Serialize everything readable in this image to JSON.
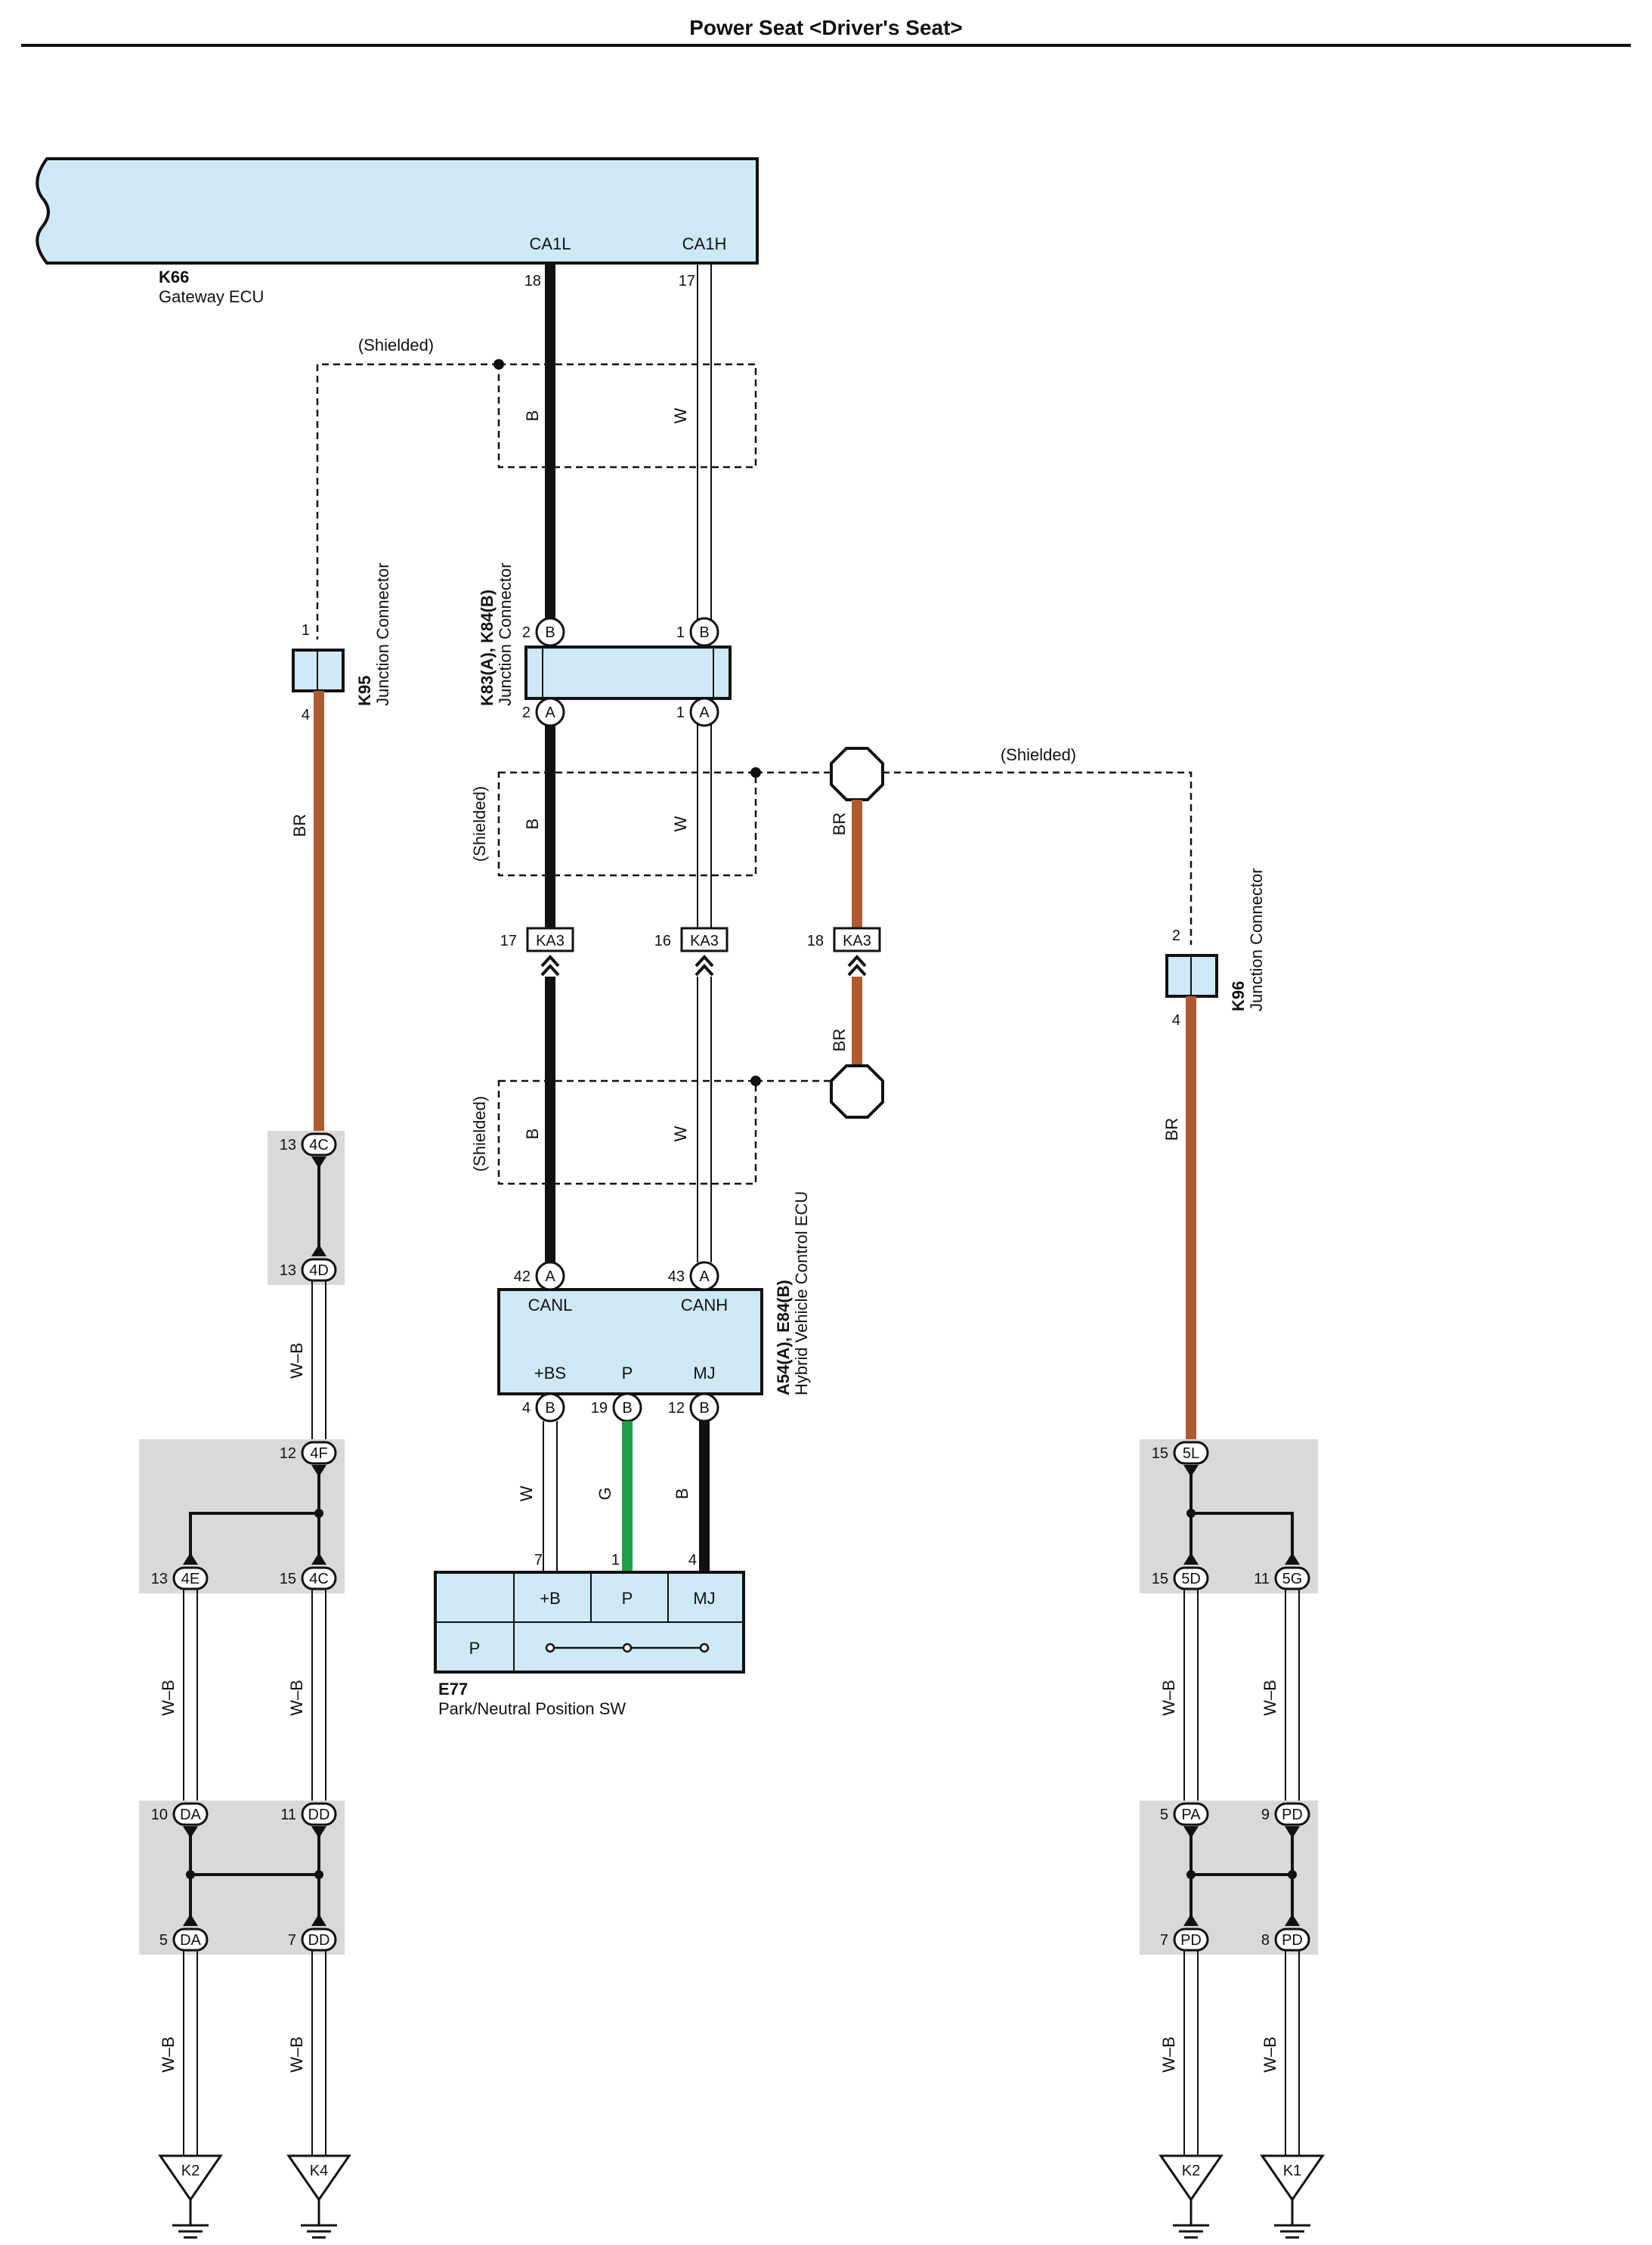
{
  "title": "Power Seat <Driver's Seat>",
  "colors": {
    "box_fill": "#cde9f5",
    "splice_fill": "#d9d9d9",
    "BR": "#b05a2f",
    "B": "#111111",
    "W": "#ffffff",
    "G": "#1f9e49"
  },
  "components": {
    "gateway": {
      "id": "K66",
      "name": "Gateway ECU",
      "pin_ca1l": "CA1L",
      "pin_ca1h": "CA1H",
      "num_ca1l": "18",
      "num_ca1h": "17"
    },
    "k95": {
      "id": "K95",
      "name": "Junction Connector",
      "pin_top": "1",
      "pin_bot": "4"
    },
    "k83": {
      "id": "K83(A), K84(B)",
      "name": "Junction Connector",
      "letter_b": "B",
      "letter_a": "A",
      "pin_l_top": "2",
      "pin_r_top": "1",
      "pin_l_bot": "2",
      "pin_r_bot": "1"
    },
    "k96": {
      "id": "K96",
      "name": "Junction Connector",
      "pin_top": "2",
      "pin_bot": "4"
    },
    "hvecu": {
      "id": "A54(A), E84(B)",
      "name": "Hybrid Vehicle Control ECU",
      "canl": "CANL",
      "canh": "CANH",
      "bs": "+BS",
      "p": "P",
      "mj": "MJ",
      "pin_canl": "42",
      "pin_canh": "43",
      "pin_bs": "4",
      "pin_p": "19",
      "pin_mj": "12",
      "letter_a": "A",
      "letter_b": "B"
    },
    "e77": {
      "id": "E77",
      "name": "Park/Neutral Position SW",
      "b": "+B",
      "p": "P",
      "mj": "MJ",
      "row": "P",
      "pin_b": "7",
      "pin_p": "1",
      "pin_mj": "4"
    }
  },
  "shield_label": "(Shielded)",
  "wire_colors": {
    "B": "B",
    "W": "W",
    "BR": "BR",
    "G": "G",
    "WB": "W–B"
  },
  "ka3": {
    "label": "KA3",
    "pins": [
      "17",
      "16",
      "18"
    ]
  },
  "splices": {
    "s4c": {
      "label": "4C",
      "pin": "13"
    },
    "s4d": {
      "label": "4D",
      "pin": "13"
    },
    "s4f": {
      "label": "4F",
      "pin": "12"
    },
    "s4e": {
      "label": "4E",
      "pin": "13"
    },
    "s4c2": {
      "label": "4C",
      "pin": "15"
    },
    "sda1": {
      "label": "DA",
      "pin": "10"
    },
    "sdd1": {
      "label": "DD",
      "pin": "11"
    },
    "sda2": {
      "label": "DA",
      "pin": "5"
    },
    "sdd2": {
      "label": "DD",
      "pin": "7"
    },
    "s5l": {
      "label": "5L",
      "pin": "15"
    },
    "s5d": {
      "label": "5D",
      "pin": "15"
    },
    "s5g": {
      "label": "5G",
      "pin": "11"
    },
    "spa": {
      "label": "PA",
      "pin": "5"
    },
    "spd1": {
      "label": "PD",
      "pin": "9"
    },
    "spd2": {
      "label": "PD",
      "pin": "7"
    },
    "spd3": {
      "label": "PD",
      "pin": "8"
    }
  },
  "grounds": [
    "K2",
    "K4",
    "K2",
    "K1"
  ]
}
